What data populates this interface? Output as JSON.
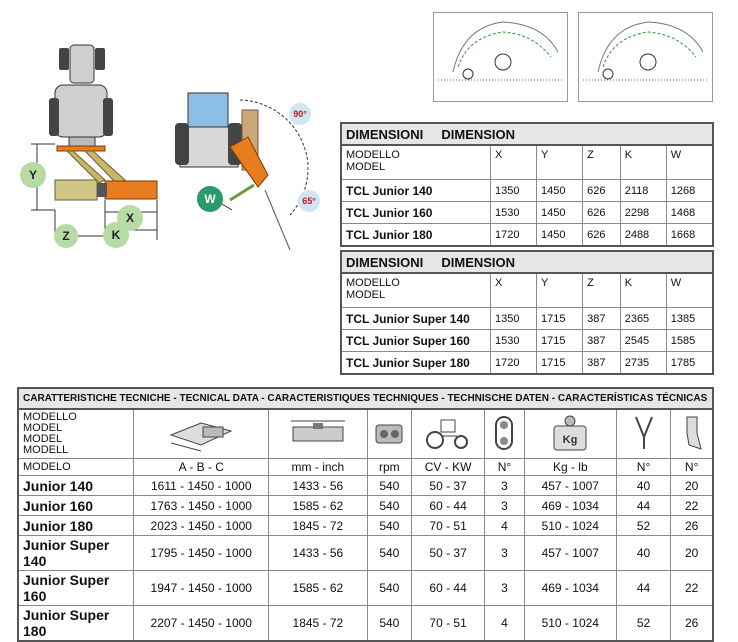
{
  "diagram": {
    "labels": {
      "Y": "Y",
      "W": "W",
      "Z": "Z",
      "K": "K",
      "X": "X"
    },
    "angles": {
      "a90": "90°",
      "a65": "65°"
    }
  },
  "dim1": {
    "title1": "DIMENSIONI",
    "title2": "DIMENSION",
    "col_model_1": "MODELLO",
    "col_model_2": "MODEL",
    "cols": [
      "X",
      "Y",
      "Z",
      "K",
      "W"
    ],
    "rows": [
      {
        "model": "TCL Junior 140",
        "vals": [
          "1350",
          "1450",
          "626",
          "2118",
          "1268"
        ]
      },
      {
        "model": "TCL Junior 160",
        "vals": [
          "1530",
          "1450",
          "626",
          "2298",
          "1468"
        ]
      },
      {
        "model": "TCL Junior 180",
        "vals": [
          "1720",
          "1450",
          "626",
          "2488",
          "1668"
        ]
      }
    ]
  },
  "dim2": {
    "title1": "DIMENSIONI",
    "title2": "DIMENSION",
    "col_model_1": "MODELLO",
    "col_model_2": "MODEL",
    "cols": [
      "X",
      "Y",
      "Z",
      "K",
      "W"
    ],
    "rows": [
      {
        "model": "TCL Junior Super 140",
        "vals": [
          "1350",
          "1715",
          "387",
          "2365",
          "1385"
        ]
      },
      {
        "model": "TCL Junior Super 160",
        "vals": [
          "1530",
          "1715",
          "387",
          "2545",
          "1585"
        ]
      },
      {
        "model": "TCL Junior Super 180",
        "vals": [
          "1720",
          "1715",
          "387",
          "2735",
          "1785"
        ]
      }
    ]
  },
  "tech": {
    "header": "CARATTERISTICHE TECNICHE - TECNICAL DATA - CARACTERISTIQUES TECHNIQUES - TECHNISCHE DATEN - CARACTERÍSTICAS TÉCNICAS",
    "model_labels": [
      "MODELLO",
      "MODEL",
      "MODEL",
      "MODELL",
      "MODELO"
    ],
    "kg_icon_text": "Kg",
    "units": [
      "A - B - C",
      "mm - inch",
      "rpm",
      "CV - KW",
      "N°",
      "Kg - lb",
      "N°",
      "N°"
    ],
    "rows": [
      {
        "model": "Junior 140",
        "vals": [
          "1611 - 1450 - 1000",
          "1433 - 56",
          "540",
          "50 - 37",
          "3",
          "457 - 1007",
          "40",
          "20"
        ]
      },
      {
        "model": "Junior 160",
        "vals": [
          "1763 - 1450 - 1000",
          "1585 - 62",
          "540",
          "60 - 44",
          "3",
          "469 - 1034",
          "44",
          "22"
        ]
      },
      {
        "model": "Junior 180",
        "vals": [
          "2023 - 1450 - 1000",
          "1845 - 72",
          "540",
          "70 - 51",
          "4",
          "510 - 1024",
          "52",
          "26"
        ]
      },
      {
        "model": "Junior Super 140",
        "vals": [
          "1795 - 1450 - 1000",
          "1433 - 56",
          "540",
          "50 - 37",
          "3",
          "457 - 1007",
          "40",
          "20"
        ]
      },
      {
        "model": "Junior Super 160",
        "vals": [
          "1947 - 1450 - 1000",
          "1585 - 62",
          "540",
          "60 - 44",
          "3",
          "469 - 1034",
          "44",
          "22"
        ]
      },
      {
        "model": "Junior Super 180",
        "vals": [
          "2207 - 1450 - 1000",
          "1845 - 72",
          "540",
          "70 - 51",
          "4",
          "510 - 1024",
          "52",
          "26"
        ]
      }
    ]
  }
}
